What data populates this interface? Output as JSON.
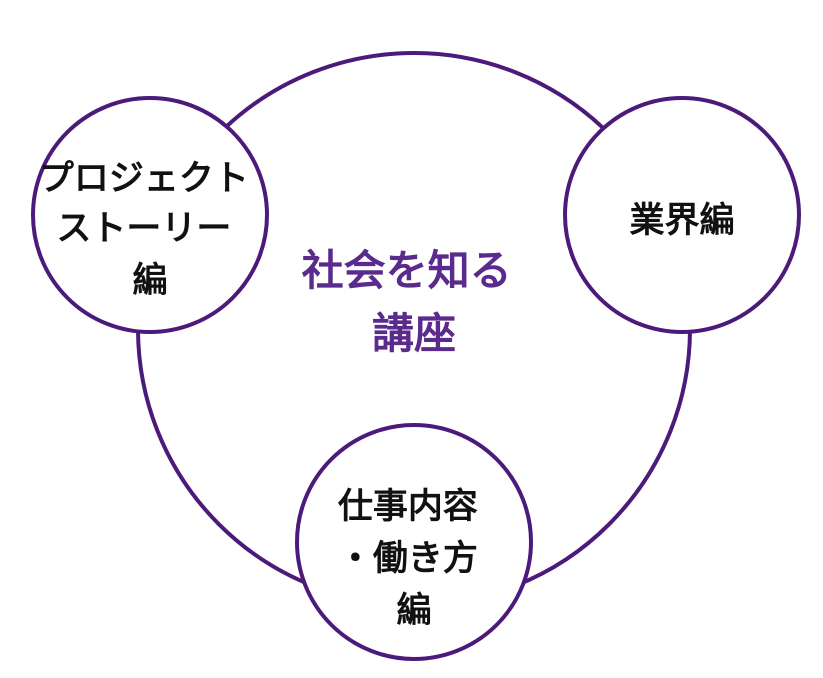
{
  "center": {
    "lines": [
      "社会を知る",
      "講座"
    ]
  },
  "nodes": [
    {
      "id": "project-story",
      "lines": [
        "プロジェクト",
        "ストーリー",
        "編"
      ]
    },
    {
      "id": "industry",
      "lines": [
        "業界編"
      ]
    },
    {
      "id": "work-style",
      "lines": [
        "仕事内容",
        "・働き方",
        "編"
      ]
    }
  ],
  "colors": {
    "stroke": "#4b1a7a",
    "center_text": "#5a2b8c",
    "node_text": "#111111",
    "node_fill": "#ffffff"
  }
}
